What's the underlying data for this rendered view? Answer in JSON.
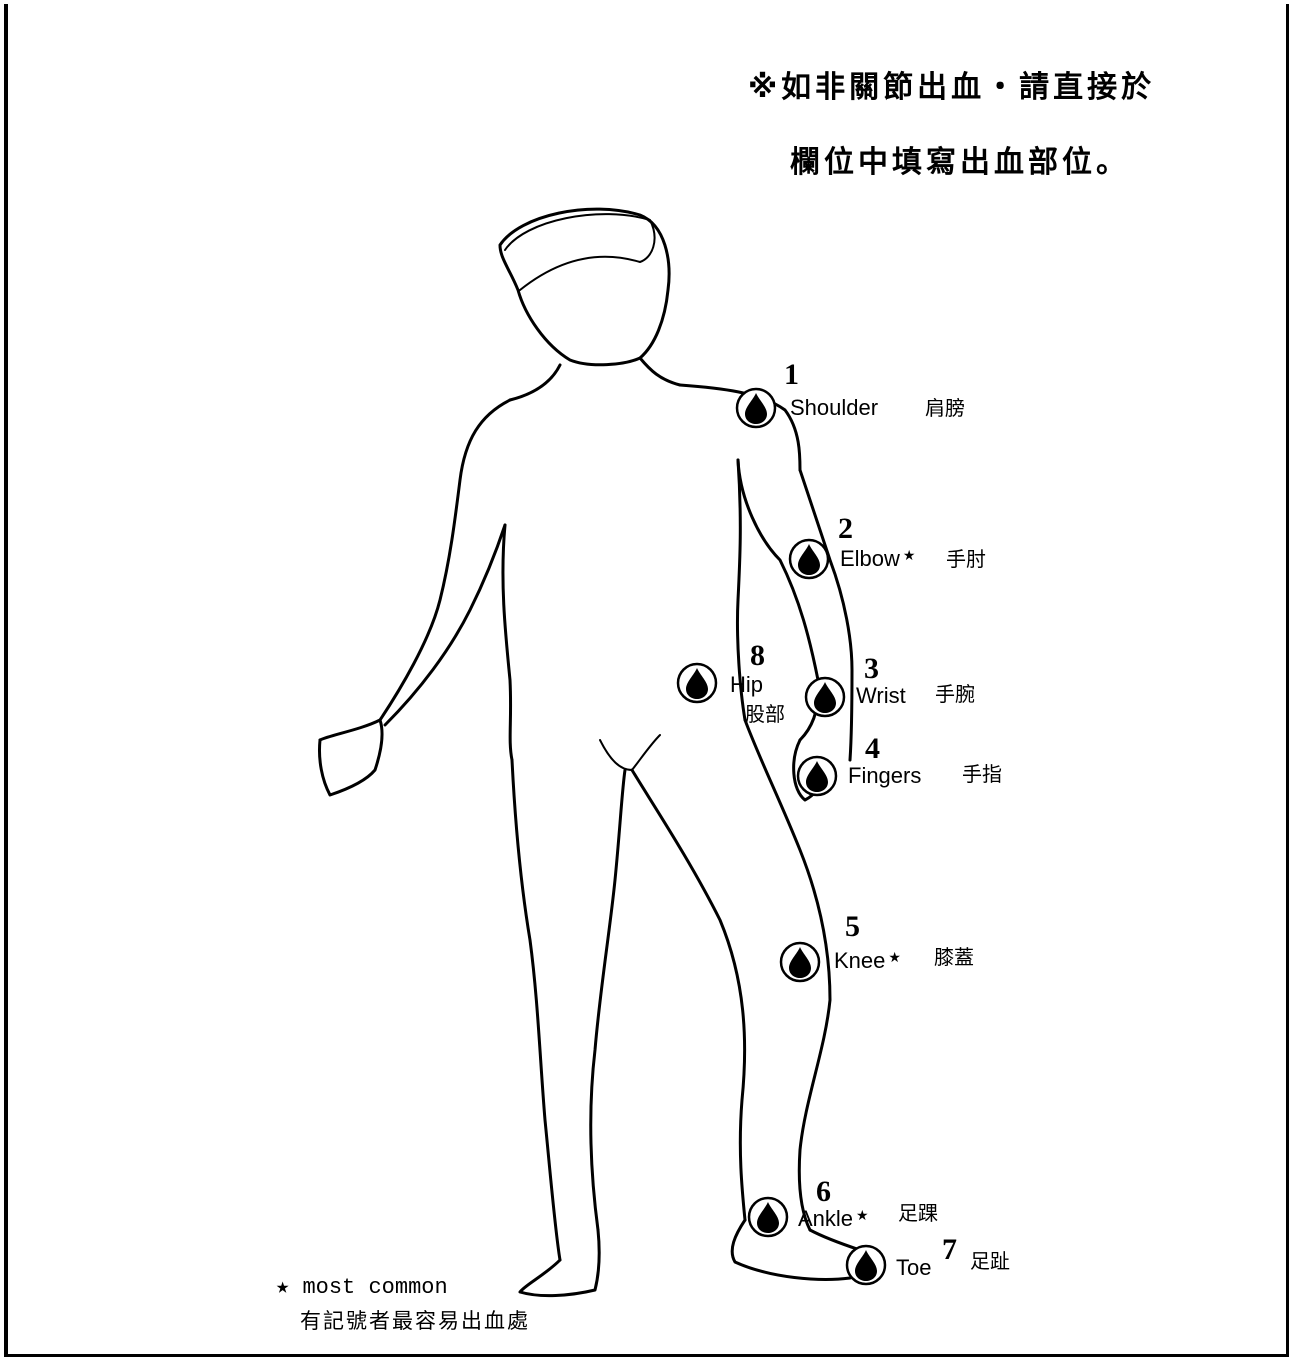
{
  "notice": {
    "line1": "※如非關節出血・請直接於",
    "line2": "欄位中填寫出血部位。"
  },
  "sites": [
    {
      "number": "1",
      "label": "Shoulder",
      "zh": "肩膀",
      "common": false
    },
    {
      "number": "2",
      "label": "Elbow",
      "zh": "手肘",
      "common": true
    },
    {
      "number": "3",
      "label": "Wrist",
      "zh": "手腕",
      "common": false
    },
    {
      "number": "4",
      "label": "Fingers",
      "zh": "手指",
      "common": false
    },
    {
      "number": "5",
      "label": "Knee",
      "zh": "膝蓋",
      "common": true
    },
    {
      "number": "6",
      "label": "Ankle",
      "zh": "足踝",
      "common": true
    },
    {
      "number": "7",
      "label": "Toe",
      "zh": "足趾",
      "common": false
    },
    {
      "number": "8",
      "label": "Hip",
      "zh": "股部",
      "common": false
    }
  ],
  "legend": {
    "star": "★",
    "en": "most common",
    "zh": "有記號者最容易出血處"
  },
  "icons": {
    "site_marker": "blood-drop-icon"
  }
}
